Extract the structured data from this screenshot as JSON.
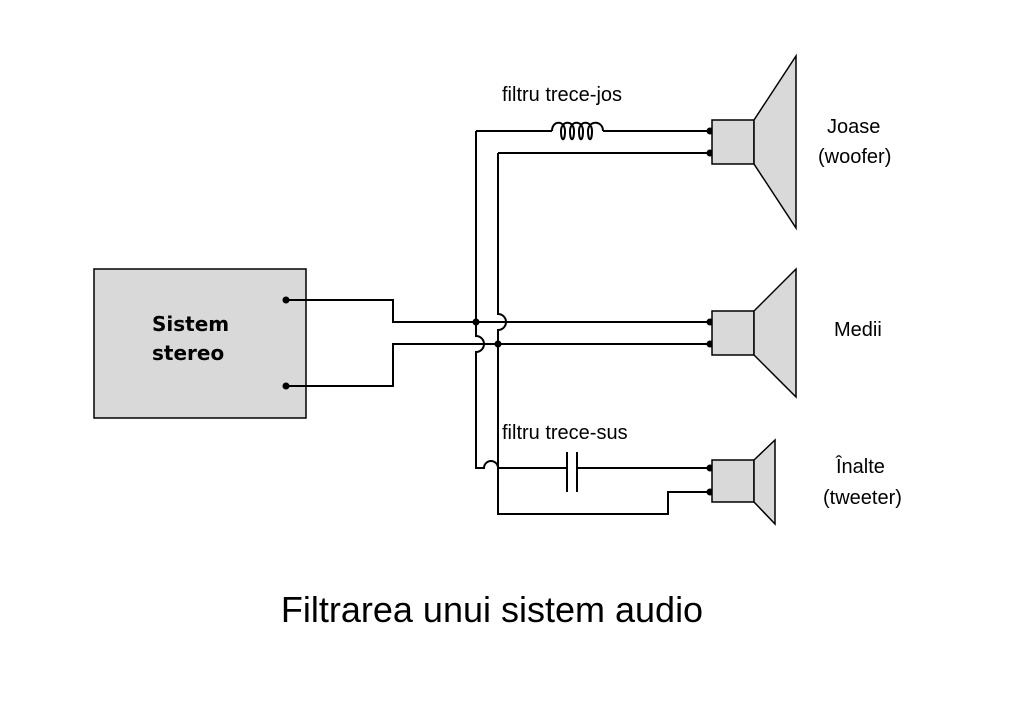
{
  "source_box": {
    "line1": "Sistem",
    "line2": "stereo"
  },
  "filters": {
    "low_pass": "filtru trece-jos",
    "high_pass": "filtru trece-sus"
  },
  "speakers": {
    "woofer": {
      "line1": "Joase",
      "line2": "(woofer)"
    },
    "mid": {
      "line1": "Medii"
    },
    "tweeter": {
      "line1": "Înalte",
      "line2": "(tweeter)"
    }
  },
  "caption": "Filtrarea unui sistem audio",
  "colors": {
    "box_fill": "#d9d9d9",
    "speaker_fill": "#d9d9d9",
    "wire": "#000000"
  }
}
